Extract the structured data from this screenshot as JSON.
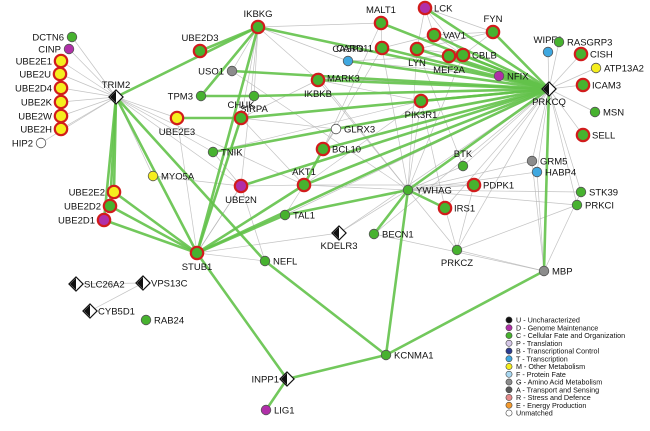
{
  "colors": {
    "U": "#111111",
    "D": "#b02fa8",
    "C": "#47b22f",
    "P": "#d6c8e8",
    "B": "#2a3b8f",
    "T": "#3fa8e0",
    "M": "#f5ee1e",
    "F": "#a9d8f2",
    "G": "#8c8c8c",
    "A": "#5a5a5a",
    "R": "#e68a8a",
    "E": "#f39a2e",
    "N": "#ffffff",
    "ring": "#d11c1c",
    "green_edge": "#63c24a",
    "gray_edge": "#b8b8b8"
  },
  "legend": [
    {
      "code": "U",
      "text": "U - Uncharacterized"
    },
    {
      "code": "D",
      "text": "D - Genome Maintenance"
    },
    {
      "code": "C",
      "text": "C - Cellular Fate and Organization"
    },
    {
      "code": "P",
      "text": "P - Translation"
    },
    {
      "code": "B",
      "text": "B - Transcriptional Control"
    },
    {
      "code": "T",
      "text": "T - Transcription"
    },
    {
      "code": "M",
      "text": "M - Other Metabolism"
    },
    {
      "code": "F",
      "text": "F - Protein Fate"
    },
    {
      "code": "G",
      "text": "G - Amino Acid Metabolism"
    },
    {
      "code": "A",
      "text": "A - Transport and Sensing"
    },
    {
      "code": "R",
      "text": "R - Stress and Defence"
    },
    {
      "code": "E",
      "text": "E - Energy Production"
    },
    {
      "code": "N",
      "text": "Unmatched"
    }
  ],
  "nodes": [
    {
      "id": "DCTN6",
      "cat": "C",
      "shape": "circle",
      "ring": false
    },
    {
      "id": "CINP",
      "cat": "D",
      "shape": "circle",
      "ring": false
    },
    {
      "id": "UBE2E1",
      "cat": "M",
      "shape": "circle",
      "ring": true
    },
    {
      "id": "UBE2U",
      "cat": "M",
      "shape": "circle",
      "ring": true
    },
    {
      "id": "UBE2D4",
      "cat": "M",
      "shape": "circle",
      "ring": true
    },
    {
      "id": "UBE2K",
      "cat": "M",
      "shape": "circle",
      "ring": true
    },
    {
      "id": "UBE2W",
      "cat": "M",
      "shape": "circle",
      "ring": true
    },
    {
      "id": "UBE2H",
      "cat": "M",
      "shape": "circle",
      "ring": true
    },
    {
      "id": "HIP2",
      "cat": "N",
      "shape": "circle",
      "ring": false
    },
    {
      "id": "TRIM2",
      "cat": "U",
      "shape": "diamond",
      "ring": false
    },
    {
      "id": "UBE2D3",
      "cat": "C",
      "shape": "circle",
      "ring": true
    },
    {
      "id": "IKBKG",
      "cat": "C",
      "shape": "circle",
      "ring": true
    },
    {
      "id": "USO1",
      "cat": "G",
      "shape": "circle",
      "ring": false
    },
    {
      "id": "MALT1",
      "cat": "C",
      "shape": "circle",
      "ring": true
    },
    {
      "id": "LCK",
      "cat": "D",
      "shape": "circle",
      "ring": true
    },
    {
      "id": "FYN",
      "cat": "C",
      "shape": "circle",
      "ring": true
    },
    {
      "id": "CARD11",
      "cat": "C",
      "shape": "circle",
      "ring": true
    },
    {
      "id": "VAV1",
      "cat": "C",
      "shape": "circle",
      "ring": true
    },
    {
      "id": "CASP3",
      "cat": "T",
      "shape": "circle",
      "ring": false
    },
    {
      "id": "LYN",
      "cat": "C",
      "shape": "circle",
      "ring": true
    },
    {
      "id": "CBLB",
      "cat": "C",
      "shape": "circle",
      "ring": true
    },
    {
      "id": "WIPF1",
      "cat": "T",
      "shape": "circle",
      "ring": false
    },
    {
      "id": "RASGRP3",
      "cat": "C",
      "shape": "circle",
      "ring": false
    },
    {
      "id": "MEF2A",
      "cat": "C",
      "shape": "circle",
      "ring": true
    },
    {
      "id": "NFIX",
      "cat": "D",
      "shape": "circle",
      "ring": false
    },
    {
      "id": "CISH",
      "cat": "C",
      "shape": "circle",
      "ring": true
    },
    {
      "id": "ATP13A2",
      "cat": "M",
      "shape": "circle",
      "ring": false
    },
    {
      "id": "PRKCQ",
      "cat": "U",
      "shape": "diamond",
      "ring": false
    },
    {
      "id": "ICAM3",
      "cat": "C",
      "shape": "circle",
      "ring": true
    },
    {
      "id": "MSN",
      "cat": "C",
      "shape": "circle",
      "ring": false
    },
    {
      "id": "MARK3",
      "cat": "C",
      "shape": "circle",
      "ring": false
    },
    {
      "id": "IKBKB",
      "cat": "C",
      "shape": "circle",
      "ring": true
    },
    {
      "id": "TPM3",
      "cat": "C",
      "shape": "circle",
      "ring": false
    },
    {
      "id": "SIRPA",
      "cat": "C",
      "shape": "circle",
      "ring": false
    },
    {
      "id": "PIK3R1",
      "cat": "C",
      "shape": "circle",
      "ring": true
    },
    {
      "id": "UBE2E3",
      "cat": "M",
      "shape": "circle",
      "ring": true
    },
    {
      "id": "CHUK",
      "cat": "C",
      "shape": "circle",
      "ring": true
    },
    {
      "id": "GLRX3",
      "cat": "N",
      "shape": "circle",
      "ring": false
    },
    {
      "id": "SELL",
      "cat": "C",
      "shape": "circle",
      "ring": true
    },
    {
      "id": "TNIK",
      "cat": "C",
      "shape": "circle",
      "ring": false
    },
    {
      "id": "BCL10",
      "cat": "C",
      "shape": "circle",
      "ring": true
    },
    {
      "id": "BTK",
      "cat": "C",
      "shape": "circle",
      "ring": false
    },
    {
      "id": "GRM5",
      "cat": "G",
      "shape": "circle",
      "ring": false
    },
    {
      "id": "HABP4",
      "cat": "T",
      "shape": "circle",
      "ring": false
    },
    {
      "id": "MYO5A",
      "cat": "M",
      "shape": "circle",
      "ring": false
    },
    {
      "id": "UBE2N",
      "cat": "D",
      "shape": "circle",
      "ring": true
    },
    {
      "id": "AKT1",
      "cat": "C",
      "shape": "circle",
      "ring": true
    },
    {
      "id": "PDPK1",
      "cat": "C",
      "shape": "circle",
      "ring": true
    },
    {
      "id": "STK39",
      "cat": "C",
      "shape": "circle",
      "ring": false
    },
    {
      "id": "YWHAG",
      "cat": "C",
      "shape": "circle",
      "ring": false
    },
    {
      "id": "PRKCI",
      "cat": "C",
      "shape": "circle",
      "ring": false
    },
    {
      "id": "UBE2E2",
      "cat": "M",
      "shape": "circle",
      "ring": true
    },
    {
      "id": "UBE2D2",
      "cat": "C",
      "shape": "circle",
      "ring": true
    },
    {
      "id": "UBE2D1",
      "cat": "D",
      "shape": "circle",
      "ring": true
    },
    {
      "id": "TAL1",
      "cat": "C",
      "shape": "circle",
      "ring": false
    },
    {
      "id": "IRS1",
      "cat": "C",
      "shape": "circle",
      "ring": true
    },
    {
      "id": "KDELR3",
      "cat": "U",
      "shape": "diamond",
      "ring": false
    },
    {
      "id": "BECN1",
      "cat": "C",
      "shape": "circle",
      "ring": false
    },
    {
      "id": "STUB1",
      "cat": "C",
      "shape": "circle",
      "ring": true
    },
    {
      "id": "NEFL",
      "cat": "C",
      "shape": "circle",
      "ring": false
    },
    {
      "id": "PRKCZ",
      "cat": "C",
      "shape": "circle",
      "ring": false
    },
    {
      "id": "MBP",
      "cat": "G",
      "shape": "circle",
      "ring": false
    },
    {
      "id": "SLC26A2",
      "cat": "U",
      "shape": "diamond",
      "ring": false
    },
    {
      "id": "VPS13C",
      "cat": "U",
      "shape": "diamond",
      "ring": false
    },
    {
      "id": "CYB5D1",
      "cat": "U",
      "shape": "diamond",
      "ring": false
    },
    {
      "id": "RAB24",
      "cat": "C",
      "shape": "circle",
      "ring": false
    },
    {
      "id": "KCNMA1",
      "cat": "C",
      "shape": "circle",
      "ring": false
    },
    {
      "id": "INPP1",
      "cat": "U",
      "shape": "diamond",
      "ring": false
    },
    {
      "id": "LIG1",
      "cat": "D",
      "shape": "circle",
      "ring": false
    }
  ],
  "edges": {
    "green": [
      [
        "TRIM2",
        "IKBKG"
      ],
      [
        "TRIM2",
        "UBE2E2"
      ],
      [
        "TRIM2",
        "UBE2D2"
      ],
      [
        "TRIM2",
        "UBE2D1"
      ],
      [
        "TRIM2",
        "STUB1"
      ],
      [
        "TRIM2",
        "NEFL"
      ],
      [
        "IKBKG",
        "PRKCQ"
      ],
      [
        "IKBKG",
        "STUB1"
      ],
      [
        "IKBKG",
        "UBE2D3"
      ],
      [
        "IKBKG",
        "TPM3"
      ],
      [
        "PRKCQ",
        "CHUK"
      ],
      [
        "PRKCQ",
        "IKBKB"
      ],
      [
        "PRKCQ",
        "PIK3R1"
      ],
      [
        "PRKCQ",
        "BCL10"
      ],
      [
        "PRKCQ",
        "AKT1"
      ],
      [
        "PRKCQ",
        "STUB1"
      ],
      [
        "PRKCQ",
        "YWHAG"
      ],
      [
        "PRKCQ",
        "MBP"
      ],
      [
        "PRKCQ",
        "CASP3"
      ],
      [
        "PRKCQ",
        "USO1"
      ],
      [
        "PRKCQ",
        "SIRPA"
      ],
      [
        "PRKCQ",
        "TNIK"
      ],
      [
        "PRKCQ",
        "CARD11"
      ],
      [
        "PRKCQ",
        "VAV1"
      ],
      [
        "PRKCQ",
        "LYN"
      ],
      [
        "PRKCQ",
        "CBLB"
      ],
      [
        "PRKCQ",
        "FYN"
      ],
      [
        "PRKCQ",
        "LCK"
      ],
      [
        "PRKCQ",
        "MALT1"
      ],
      [
        "PRKCQ",
        "UBE2N"
      ],
      [
        "PRKCQ",
        "NFIX"
      ],
      [
        "PRKCQ",
        "MEF2A"
      ],
      [
        "STUB1",
        "UBE2D1"
      ],
      [
        "STUB1",
        "UBE2D2"
      ],
      [
        "STUB1",
        "UBE2E2"
      ],
      [
        "STUB1",
        "AKT1"
      ],
      [
        "STUB1",
        "CHUK"
      ],
      [
        "STUB1",
        "TAL1"
      ],
      [
        "YWHAG",
        "KCNMA1"
      ],
      [
        "YWHAG",
        "BECN1"
      ],
      [
        "YWHAG",
        "TAL1"
      ],
      [
        "YWHAG",
        "IRS1"
      ],
      [
        "NEFL",
        "KCNMA1"
      ],
      [
        "MBP",
        "KCNMA1"
      ],
      [
        "KCNMA1",
        "INPP1"
      ],
      [
        "INPP1",
        "LIG1"
      ],
      [
        "INPP1",
        "STUB1"
      ],
      [
        "UBE2E3",
        "CHUK"
      ],
      [
        "TPM3",
        "SIRPA"
      ],
      [
        "AKT1",
        "BCL10"
      ]
    ],
    "gray": [
      [
        "TRIM2",
        "DCTN6"
      ],
      [
        "TRIM2",
        "CINP"
      ],
      [
        "TRIM2",
        "UBE2E1"
      ],
      [
        "TRIM2",
        "UBE2U"
      ],
      [
        "TRIM2",
        "UBE2D4"
      ],
      [
        "TRIM2",
        "UBE2K"
      ],
      [
        "TRIM2",
        "UBE2W"
      ],
      [
        "TRIM2",
        "UBE2H"
      ],
      [
        "TRIM2",
        "HIP2"
      ],
      [
        "TRIM2",
        "MYO5A"
      ],
      [
        "TRIM2",
        "UBE2E3"
      ],
      [
        "TRIM2",
        "UBE2N"
      ],
      [
        "TRIM2",
        "TNIK"
      ],
      [
        "TRIM2",
        "AKT1"
      ],
      [
        "PRKCQ",
        "RASGRP3"
      ],
      [
        "PRKCQ",
        "CISH"
      ],
      [
        "PRKCQ",
        "ATP13A2"
      ],
      [
        "PRKCQ",
        "ICAM3"
      ],
      [
        "PRKCQ",
        "MSN"
      ],
      [
        "PRKCQ",
        "SELL"
      ],
      [
        "PRKCQ",
        "WIPF1"
      ],
      [
        "PRKCQ",
        "BTK"
      ],
      [
        "PRKCQ",
        "PDPK1"
      ],
      [
        "PRKCQ",
        "STK39"
      ],
      [
        "PRKCQ",
        "PRKCI"
      ],
      [
        "PRKCQ",
        "PRKCZ"
      ],
      [
        "PRKCQ",
        "GRM5"
      ],
      [
        "PRKCQ",
        "HABP4"
      ],
      [
        "PRKCQ",
        "IRS1"
      ],
      [
        "PRKCQ",
        "MARK3"
      ],
      [
        "PRKCQ",
        "GLRX3"
      ],
      [
        "PRKCQ",
        "TAL1"
      ],
      [
        "PRKCQ",
        "KDELR3"
      ],
      [
        "PRKCQ",
        "BECN1"
      ],
      [
        "YWHAG",
        "PRKCZ"
      ],
      [
        "YWHAG",
        "BTK"
      ],
      [
        "YWHAG",
        "PDPK1"
      ],
      [
        "YWHAG",
        "MARK3"
      ],
      [
        "YWHAG",
        "STK39"
      ],
      [
        "YWHAG",
        "PRKCI"
      ],
      [
        "YWHAG",
        "HABP4"
      ],
      [
        "YWHAG",
        "GRM5"
      ],
      [
        "YWHAG",
        "CBLB"
      ],
      [
        "YWHAG",
        "LYN"
      ],
      [
        "YWHAG",
        "CARD11"
      ],
      [
        "YWHAG",
        "AKT1"
      ],
      [
        "YWHAG",
        "USO1"
      ],
      [
        "YWHAG",
        "IKBKB"
      ],
      [
        "YWHAG",
        "PIK3R1"
      ],
      [
        "YWHAG",
        "KDELR3"
      ],
      [
        "PDPK1",
        "PRKCZ"
      ],
      [
        "PDPK1",
        "AKT1"
      ],
      [
        "PRKCZ",
        "PRKCI"
      ],
      [
        "PRKCZ",
        "MBP"
      ],
      [
        "PRKCZ",
        "IRS1"
      ],
      [
        "IRS1",
        "PIK3R1"
      ],
      [
        "CARD11",
        "BCL10"
      ],
      [
        "CARD11",
        "MALT1"
      ],
      [
        "BCL10",
        "MALT1"
      ],
      [
        "IKBKB",
        "CHUK"
      ],
      [
        "IKBKG",
        "IKBKB"
      ],
      [
        "IKBKG",
        "CHUK"
      ],
      [
        "IKBKG",
        "MALT1"
      ],
      [
        "IKBKG",
        "CASP3"
      ],
      [
        "IKBKG",
        "USO1"
      ],
      [
        "IKBKG",
        "SIRPA"
      ],
      [
        "IKBKG",
        "UBE2N"
      ],
      [
        "LCK",
        "FYN"
      ],
      [
        "LCK",
        "VAV1"
      ],
      [
        "LCK",
        "CBLB"
      ],
      [
        "LCK",
        "LYN"
      ],
      [
        "FYN",
        "VAV1"
      ],
      [
        "FYN",
        "CBLB"
      ],
      [
        "FYN",
        "LYN"
      ],
      [
        "VAV1",
        "CBLB"
      ],
      [
        "VAV1",
        "CARD11"
      ],
      [
        "LYN",
        "CBLB"
      ],
      [
        "LYN",
        "BTK"
      ],
      [
        "CASP3",
        "MEF2A"
      ],
      [
        "CASP3",
        "NFIX"
      ],
      [
        "UBE2N",
        "AKT1"
      ],
      [
        "UBE2N",
        "STUB1"
      ],
      [
        "UBE2N",
        "TNIK"
      ],
      [
        "AKT1",
        "PIK3R1"
      ],
      [
        "AKT1",
        "CHUK"
      ],
      [
        "AKT1",
        "TAL1"
      ],
      [
        "STUB1",
        "UBE2E3"
      ],
      [
        "STUB1",
        "UBE2N"
      ],
      [
        "STUB1",
        "CHUK"
      ],
      [
        "STUB1",
        "KDELR3"
      ],
      [
        "MBP",
        "GRM5"
      ],
      [
        "MBP",
        "STK39"
      ],
      [
        "MBP",
        "HABP4"
      ],
      [
        "MBP",
        "BECN1"
      ],
      [
        "NEFL",
        "UBE2N"
      ],
      [
        "NEFL",
        "STUB1"
      ],
      [
        "GLRX3",
        "BCL10"
      ],
      [
        "GLRX3",
        "CHUK"
      ],
      [
        "MARK3",
        "IKBKB"
      ],
      [
        "PIK3R1",
        "IKBKB"
      ],
      [
        "PIK3R1",
        "TNIK"
      ],
      [
        "MYO5A",
        "UBE2N"
      ],
      [
        "SLC26A2",
        "VPS13C"
      ],
      [
        "VPS13C",
        "CYB5D1"
      ]
    ]
  }
}
